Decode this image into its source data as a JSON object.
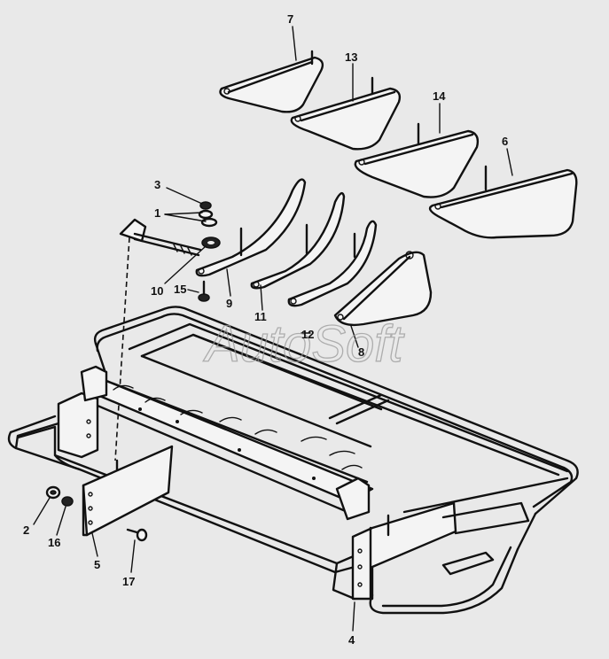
{
  "watermark": "AutoSoft",
  "labels": {
    "p1": "1",
    "p2": "2",
    "p3": "3",
    "p4": "4",
    "p5": "5",
    "p6": "6",
    "p7": "7",
    "p8": "8",
    "p9": "9",
    "p10": "10",
    "p11": "11",
    "p12": "12",
    "p13": "13",
    "p14": "14",
    "p15": "15",
    "p16": "16",
    "p17": "17"
  },
  "colors": {
    "line": "#111111",
    "background": "#e9e9e9",
    "watermark": "#999999"
  }
}
